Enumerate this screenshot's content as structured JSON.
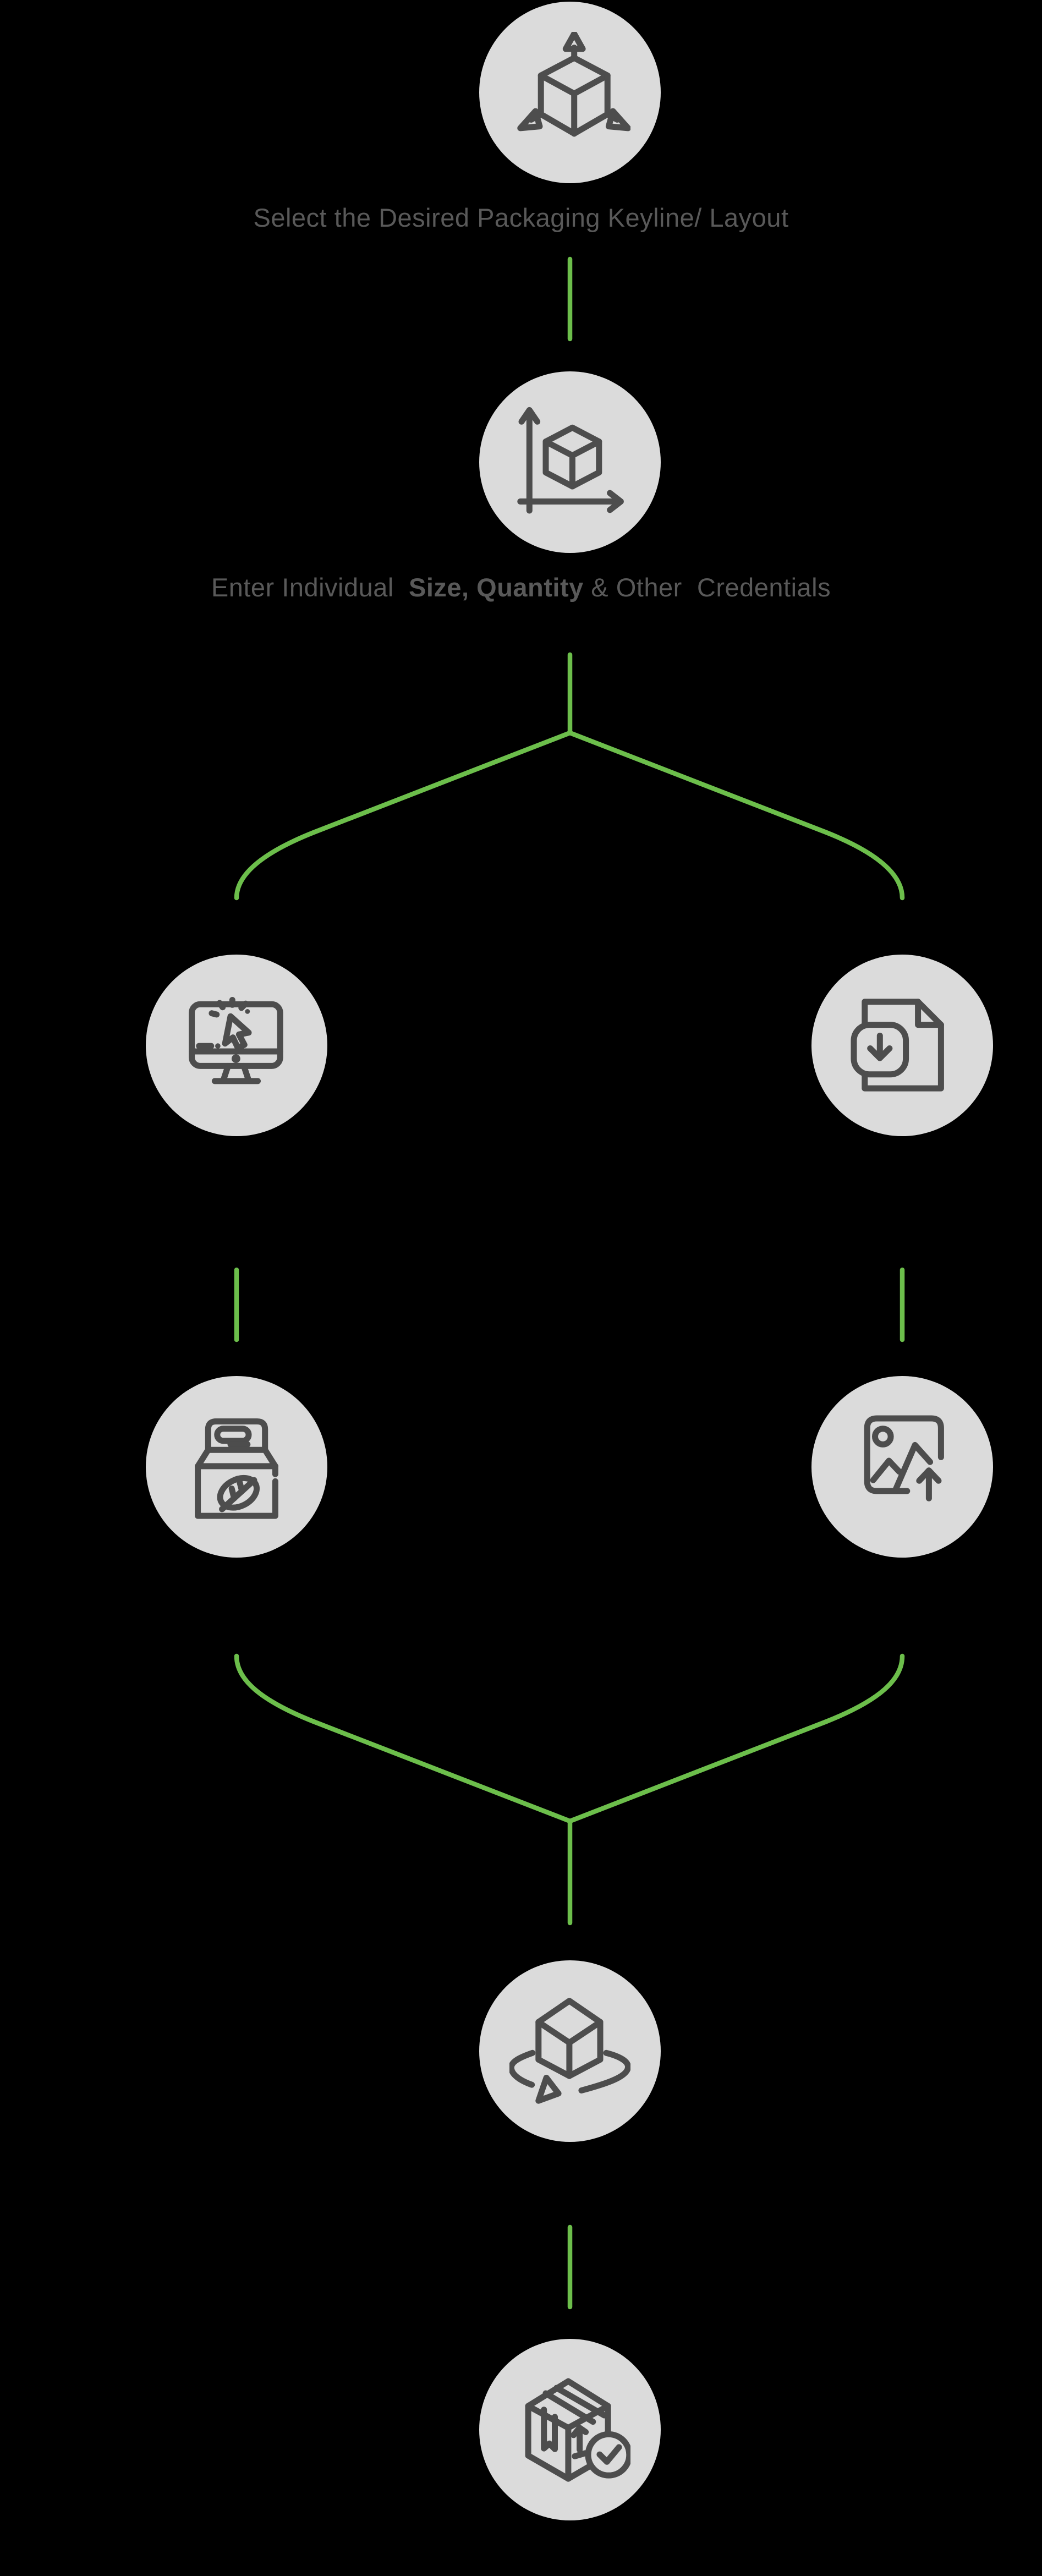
{
  "colors": {
    "page_bg": "#000000",
    "accent_green": "#6CBE4B",
    "circle_bg": "#DBDBDB",
    "icon_stroke": "#4D4D4D",
    "label_text": "#595959"
  },
  "flow": {
    "step1": {
      "label": "Select the Desired Packaging Keyline/ Layout",
      "icon": "cube-dimensions-icon"
    },
    "step2": {
      "label_prefix": "Enter Individual  ",
      "label_bold": "Size, Quantity",
      "label_suffix": " & Other  Credentials",
      "icon": "cube-measure-axes-icon"
    },
    "branch_row1": {
      "left_icon": "monitor-click-icon",
      "right_icon": "file-download-icon"
    },
    "branch_row2": {
      "left_icon": "eco-package-leaf-icon",
      "right_icon": "image-upload-icon"
    },
    "step5": {
      "icon": "cube-360-rotate-icon"
    },
    "step6": {
      "icon": "package-delivered-check-icon"
    }
  }
}
